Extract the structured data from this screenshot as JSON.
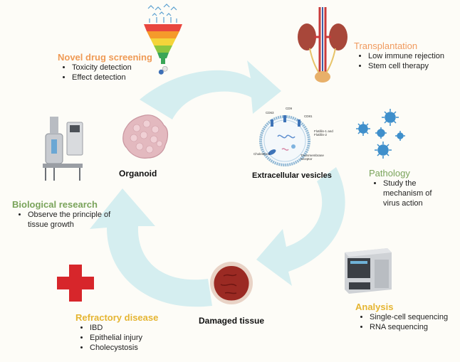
{
  "colors": {
    "background": "#fdfcf7",
    "cycle_arrow": "#d5eef0",
    "novel": "#ef9a55",
    "transplant": "#f09a5e",
    "pathology": "#79a35a",
    "biological": "#79a35a",
    "analysis": "#e5b532",
    "refractory": "#e5b532",
    "cross": "#d7262b",
    "organoid": "#e3b9bf",
    "tissue": "#9b2a23",
    "virus": "#3f8fcb"
  },
  "icons": {
    "funnel": "funnel-icon",
    "kidney": "kidney-icon",
    "virus": "virus-icon",
    "sequencer": "sequencer-icon",
    "cross": "medical-cross-icon",
    "bioreactor": "bioreactor-icon",
    "organoid": "organoid-icon",
    "tissue": "damaged-tissue-icon",
    "vesicle": "extracellular-vesicle-icon"
  },
  "nodes": {
    "organoid": "Organoid",
    "vesicles": "Extracellular vesicles",
    "tissue": "Damaged tissue"
  },
  "vesicle_labels": {
    "cd63": "CD63",
    "cd9": "CD9",
    "cd81": "CD81",
    "flotillin": "Flotillin-1 and Flotillin-2",
    "transmembrane": "Transmembrane receptor",
    "cholesterol": "Cholesterol"
  },
  "applications": {
    "novel": {
      "title": "Novel drug screening",
      "items": [
        "Toxicity detection",
        "Effect detection"
      ]
    },
    "transplant": {
      "title": "Transplantation",
      "items": [
        "Low immune rejection",
        "Stem cell therapy"
      ]
    },
    "pathology": {
      "title": "Pathology",
      "items": [
        "Study the mechanism of virus action"
      ]
    },
    "biological": {
      "title": "Biological research",
      "items": [
        "Observe the principle of tissue growth"
      ]
    },
    "analysis": {
      "title": "Analysis",
      "items": [
        "Single-cell sequencing",
        "RNA sequencing"
      ]
    },
    "refractory": {
      "title": "Refractory disease",
      "items": [
        "IBD",
        "Epithelial injury",
        "Cholecystosis"
      ]
    }
  }
}
